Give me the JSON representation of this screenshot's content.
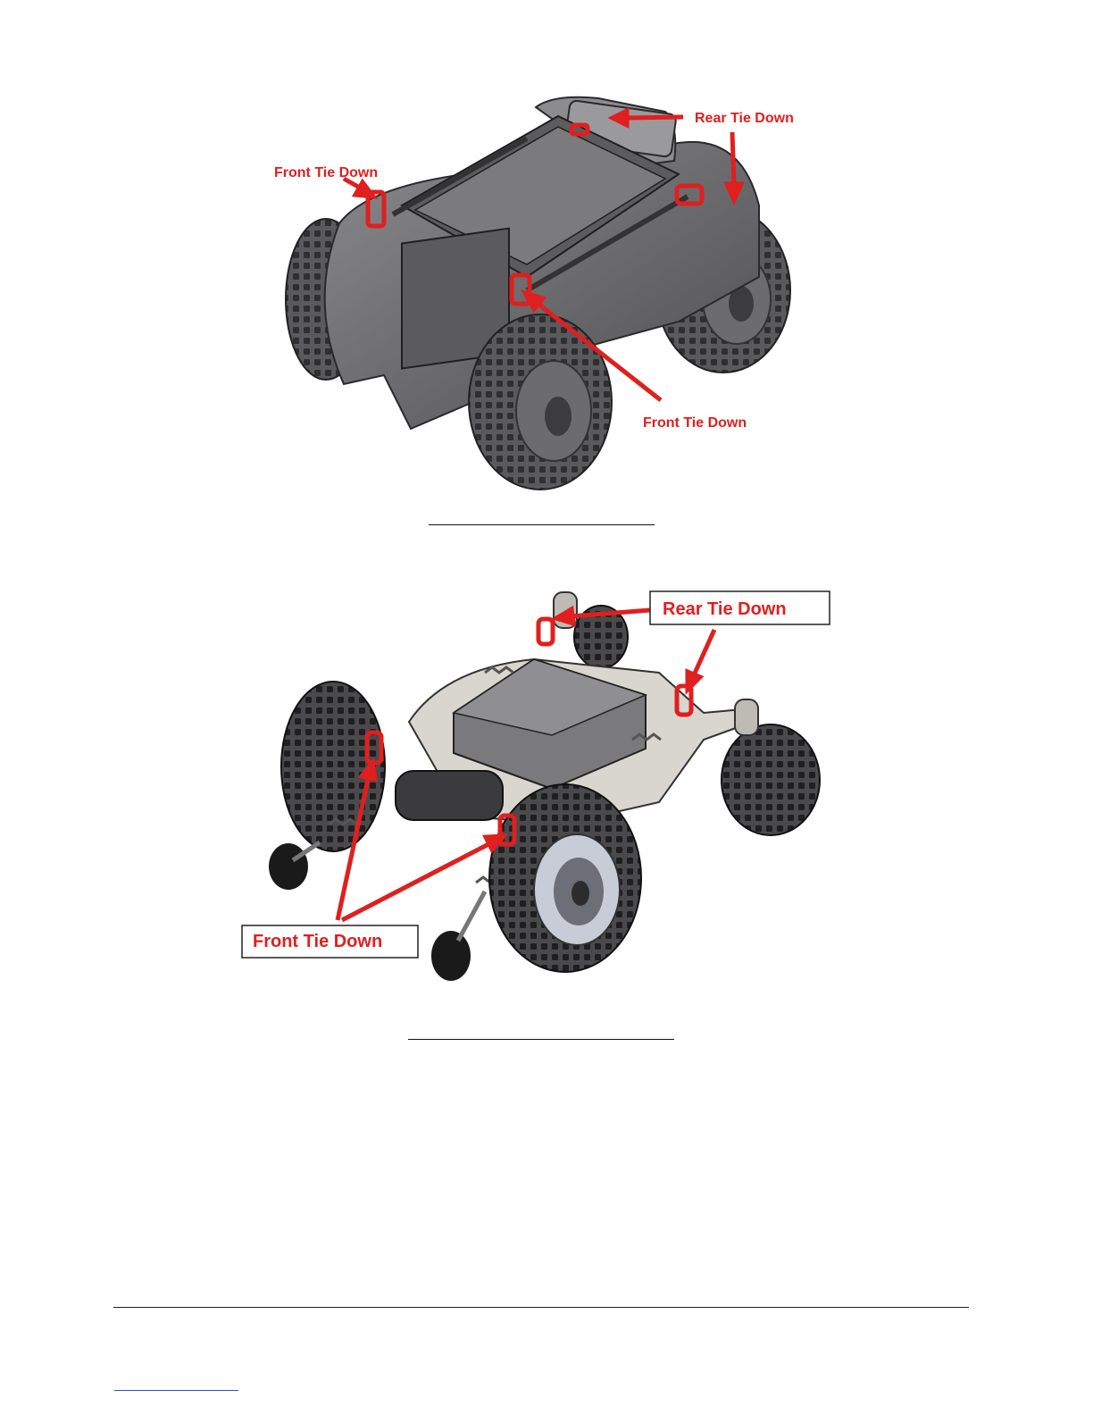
{
  "figure_top": {
    "labels": {
      "front_left": "Front Tie Down",
      "rear": "Rear Tie Down",
      "front_bottom": "Front Tie Down"
    }
  },
  "figure_bottom": {
    "labels": {
      "rear": "Rear Tie Down",
      "front": "Front Tie Down"
    }
  },
  "colors": {
    "annotation_red": "#e01f1f",
    "body_gray": "#6f6f72",
    "tire_dark": "#3a3a3c",
    "frame_light": "#d9d6cf"
  }
}
